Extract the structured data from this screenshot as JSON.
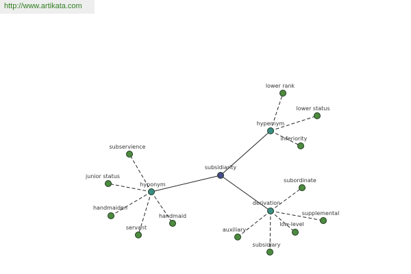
{
  "header": {
    "url_text": "http://www.artikata.com"
  },
  "colors": {
    "root": "#4a4a8c",
    "hub": "#3c8c86",
    "leaf": "#4e8a40"
  },
  "graph": {
    "nodes": [
      {
        "id": "subsidiarity",
        "label": "subsidiarity",
        "kind": "root"
      },
      {
        "id": "hypernym",
        "label": "hypernym",
        "kind": "hub"
      },
      {
        "id": "hyponym",
        "label": "hyponym",
        "kind": "hub"
      },
      {
        "id": "derivation",
        "label": "derivation",
        "kind": "hub"
      },
      {
        "id": "lower-rank",
        "label": "lower rank",
        "kind": "leaf"
      },
      {
        "id": "lower-status",
        "label": "lower status",
        "kind": "leaf"
      },
      {
        "id": "inferiority",
        "label": "inferiority",
        "kind": "leaf"
      },
      {
        "id": "subservience",
        "label": "subservience",
        "kind": "leaf"
      },
      {
        "id": "junior-status",
        "label": "junior status",
        "kind": "leaf"
      },
      {
        "id": "handmaiden",
        "label": "handmaiden",
        "kind": "leaf"
      },
      {
        "id": "servant",
        "label": "servant",
        "kind": "leaf"
      },
      {
        "id": "handmaid",
        "label": "handmaid",
        "kind": "leaf"
      },
      {
        "id": "subordinate",
        "label": "subordinate",
        "kind": "leaf"
      },
      {
        "id": "supplemental",
        "label": "supplemental",
        "kind": "leaf"
      },
      {
        "id": "low-level",
        "label": "low-level",
        "kind": "leaf"
      },
      {
        "id": "auxiliary",
        "label": "auxiliary",
        "kind": "leaf"
      },
      {
        "id": "subsidiary",
        "label": "subsidiary",
        "kind": "leaf"
      }
    ],
    "edges": [
      {
        "from": "subsidiarity",
        "to": "hypernym",
        "style": "solid"
      },
      {
        "from": "subsidiarity",
        "to": "hyponym",
        "style": "solid"
      },
      {
        "from": "subsidiarity",
        "to": "derivation",
        "style": "solid"
      },
      {
        "from": "hypernym",
        "to": "lower-rank",
        "style": "dashed"
      },
      {
        "from": "hypernym",
        "to": "lower-status",
        "style": "dashed"
      },
      {
        "from": "hypernym",
        "to": "inferiority",
        "style": "dashed"
      },
      {
        "from": "hyponym",
        "to": "subservience",
        "style": "dashed"
      },
      {
        "from": "hyponym",
        "to": "junior-status",
        "style": "dashed"
      },
      {
        "from": "hyponym",
        "to": "handmaiden",
        "style": "dashed"
      },
      {
        "from": "hyponym",
        "to": "servant",
        "style": "dashed"
      },
      {
        "from": "hyponym",
        "to": "handmaid",
        "style": "dashed"
      },
      {
        "from": "derivation",
        "to": "subordinate",
        "style": "dashed"
      },
      {
        "from": "derivation",
        "to": "supplemental",
        "style": "dashed"
      },
      {
        "from": "derivation",
        "to": "low-level",
        "style": "dashed"
      },
      {
        "from": "derivation",
        "to": "auxiliary",
        "style": "dashed"
      },
      {
        "from": "derivation",
        "to": "subsidiary",
        "style": "dashed"
      }
    ]
  }
}
